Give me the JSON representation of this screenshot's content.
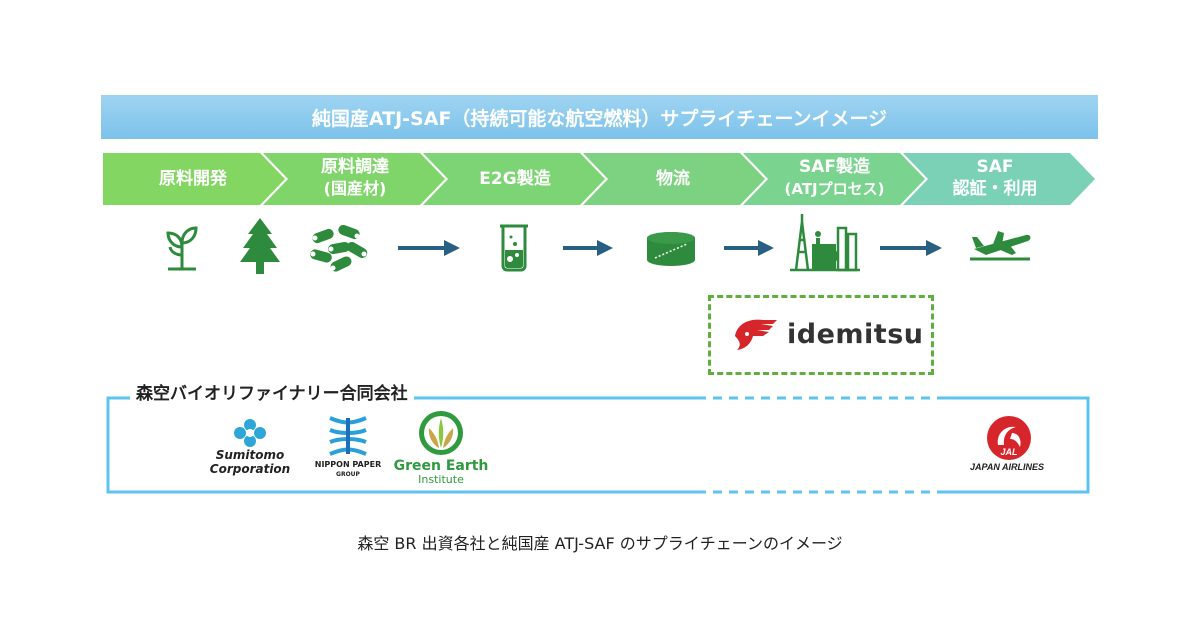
{
  "banner": {
    "title": "純国産ATJ-SAF（持続可能な航空燃料）サプライチェーンイメージ"
  },
  "steps": [
    {
      "line1": "原料開発",
      "line2": ""
    },
    {
      "line1": "原料調達",
      "line2": "(国産材)"
    },
    {
      "line1": "E2G製造",
      "line2": ""
    },
    {
      "line1": "物流",
      "line2": ""
    },
    {
      "line1": "SAF製造",
      "line2": "(ATJプロセス)"
    },
    {
      "line1": "SAF",
      "line2": "認証・利用"
    }
  ],
  "icons": [
    "seedling-icon",
    "tree-icon",
    "wood-pellets-icon",
    "flask-icon",
    "storage-tank-icon",
    "refinery-icon",
    "airplane-icon"
  ],
  "partner": {
    "name": "idemitsu"
  },
  "consortium": {
    "title": "森空バイオリファイナリー合同会社",
    "members": [
      {
        "line1": "Sumitomo",
        "line2": "Corporation"
      },
      {
        "line1": "NIPPON PAPER",
        "line2": "GROUP"
      },
      {
        "line1": "Green Earth",
        "line2": "Institute"
      }
    ]
  },
  "airline": {
    "badge": "JAL",
    "name": "JAPAN AIRLINES"
  },
  "caption": "森空 BR 出資各社と純国産 ATJ-SAF のサプライチェーンのイメージ",
  "colors": {
    "banner": "#8ccbef",
    "chevron_start": "#7ed85a",
    "chevron_end": "#79cfc5",
    "icon_green": "#2e8a3c",
    "arrow": "#2a5f84",
    "jal_red": "#d7262b",
    "idemitsu_red": "#d7262b"
  }
}
